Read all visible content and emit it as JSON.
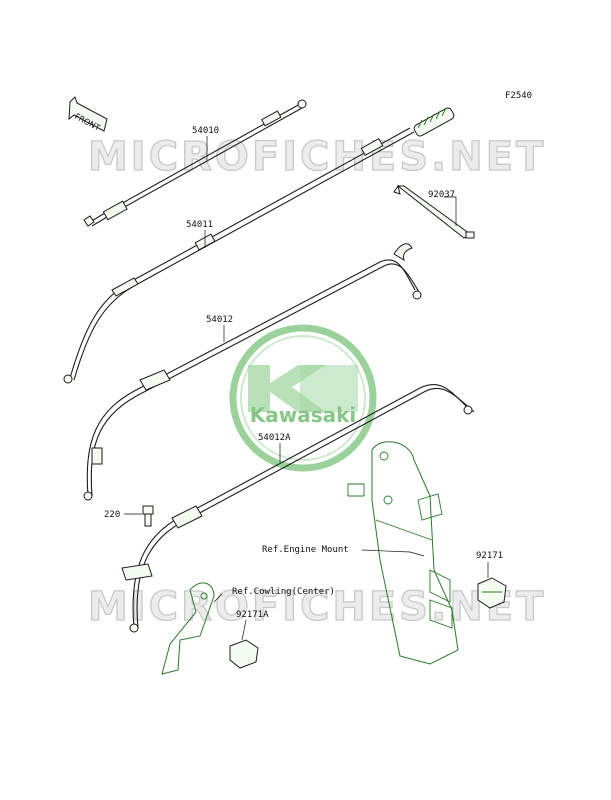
{
  "figure_code": "F2540",
  "front_arrow_label": "FRONT",
  "watermark_text": "MICROFICHES.NET",
  "logo_text": "Kawasaki",
  "colors": {
    "line": "#1c1c1c",
    "green": "#2a7a2a",
    "logo_green": "#7fbf7f",
    "watermark": "#c9c9c9"
  },
  "labels": {
    "p54010": "54010",
    "p54011": "54011",
    "p54012": "54012",
    "p54012a": "54012A",
    "p92037": "92037",
    "p220": "220",
    "p92171": "92171",
    "p92171a": "92171A",
    "ref_engine_mount": "Ref.Engine Mount",
    "ref_cowling": "Ref.Cowling(Center)"
  }
}
